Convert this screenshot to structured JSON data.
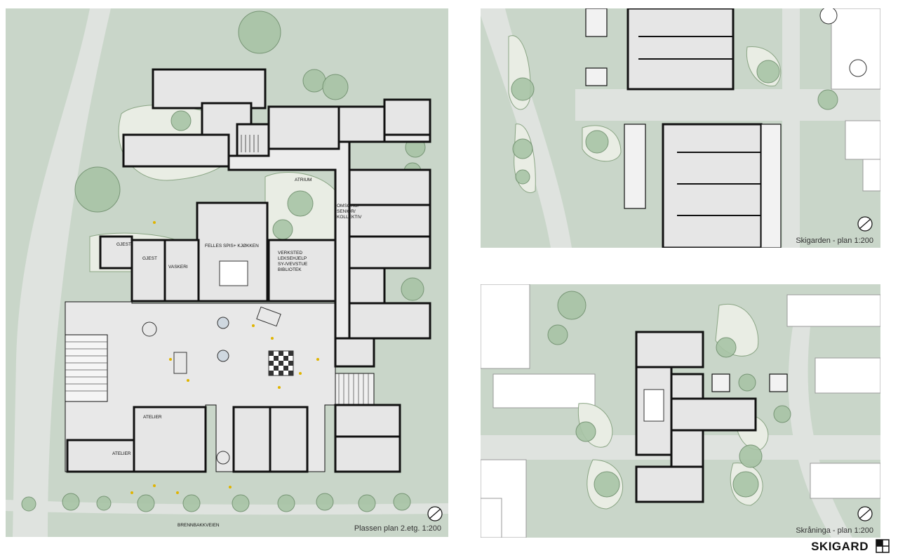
{
  "panels": {
    "plassen": {
      "caption": "Plassen plan 2.etg. 1:200",
      "road_label": "BRENNBAKKVEIEN",
      "rooms": {
        "gjest1": "GJEST",
        "gjest2": "GJEST",
        "vaskeri": "VASKERI",
        "felles": "FELLES SPIS+ KJØKKEN",
        "verksted1": "VERKSTED",
        "verksted2": "LEKSEHJELP",
        "verksted3": "SY-/VEVSTUE",
        "verksted4": "BIBLIOTEK",
        "atrium": "ATRIUM",
        "omsorg1": "OMSORG/",
        "omsorg2": "SENIOR/",
        "omsorg3": "KOLLEKTIV",
        "atelier1": "ATELIER",
        "atelier2": "ATELIER"
      }
    },
    "skigarden": {
      "caption": "Skigarden - plan 1:200"
    },
    "skraninga": {
      "caption": "Skråninga - plan 1:200"
    }
  },
  "brand": {
    "name": "SKIGARD",
    "icon": "grid-logo-icon"
  },
  "colors": {
    "ground": "#c9d6c9",
    "building": "#e6e6e6",
    "trees": "#a8c4a6",
    "walls": "#111111"
  }
}
